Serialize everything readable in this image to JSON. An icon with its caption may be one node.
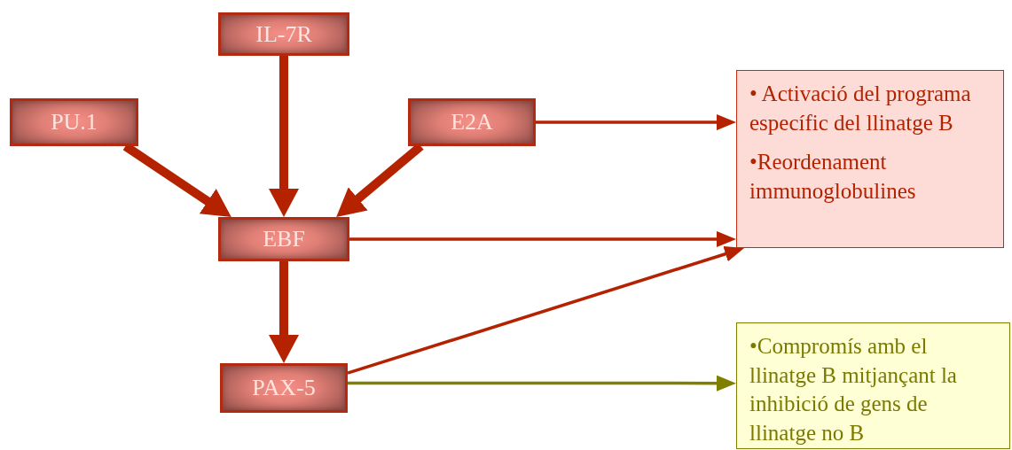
{
  "diagram": {
    "nodes": [
      {
        "text": [
          "IL-7R"
        ]
      },
      {
        "text": [
          "PU.1"
        ]
      },
      {
        "text": [
          "E2A"
        ]
      },
      {
        "text": [
          "EBF"
        ]
      },
      {
        "text": [
          "PAX-5"
        ]
      },
      {
        "text": [
          "• Activació del programa específic del llinatge B",
          "•Reordenament immunoglobulines"
        ]
      },
      {
        "text": [
          "•Compromís amb el llinatge B mitjançant la inhibició de gens de llinatge no B"
        ]
      }
    ],
    "edges": [
      {
        "from": 0,
        "to": 3,
        "arrow": "to",
        "style": "thick"
      },
      {
        "from": 1,
        "to": 3,
        "arrow": "to",
        "style": "thick"
      },
      {
        "from": 2,
        "to": 3,
        "arrow": "to",
        "style": "thick"
      },
      {
        "from": 3,
        "to": 4,
        "arrow": "to",
        "style": "thick"
      },
      {
        "from": 2,
        "to": 5,
        "arrow": "to"
      },
      {
        "from": 3,
        "to": 5,
        "arrow": "to"
      },
      {
        "from": 4,
        "to": 5,
        "arrow": "to"
      },
      {
        "from": 4,
        "to": 6,
        "arrow": "to",
        "color": "#808000"
      }
    ]
  }
}
